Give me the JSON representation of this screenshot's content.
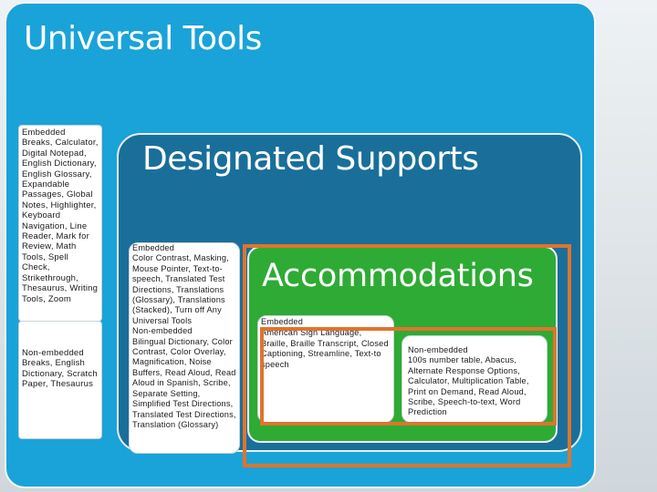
{
  "universal_tools": {
    "title": "Universal Tools",
    "embedded": {
      "heading": "Embedded",
      "items": "Breaks, Calculator, Digital Notepad, English Dictionary, English Glossary, Expandable Passages, Global Notes, Highlighter, Keyboard Navigation, Line Reader, Mark for Review, Math Tools, Spell Check, Strikethrough, Thesaurus, Writing Tools, Zoom"
    },
    "non_embedded": {
      "heading": "Non-embedded",
      "items": "Breaks, English Dictionary, Scratch Paper, Thesaurus"
    }
  },
  "designated_supports": {
    "title": "Designated Supports",
    "embedded": {
      "heading": "Embedded",
      "items": "Color Contrast, Masking, Mouse Pointer, Text-to-speech, Translated Test Directions, Translations (Glossary), Translations (Stacked), Turn off Any Universal Tools"
    },
    "non_embedded": {
      "heading": "Non-embedded",
      "items": "Bilingual Dictionary, Color Contrast, Color Overlay, Magnification, Noise Buffers, Read Aloud, Read Aloud in Spanish, Scribe, Separate Setting, Simplified Test Directions, Translated Test Directions, Translation (Glossary)"
    }
  },
  "accommodations": {
    "title": "Accommodations",
    "embedded": {
      "heading": "Embedded",
      "items": "American Sign Language, Braille, Braille Transcript, Closed Captioning, Streamline, Text-to speech"
    },
    "non_embedded": {
      "heading": "Non-embedded",
      "items": "100s number table, Abacus, Alternate Response Options, Calculator, Multiplication Table, Print on Demand, Read Aloud, Scribe, Speech-to-text, Word Prediction"
    }
  },
  "colors": {
    "outer_panel": "#1aa3d8",
    "designated_panel": "#196f9a",
    "accommodations_panel": "#2eab34",
    "highlight_frame": "#e0742c"
  }
}
